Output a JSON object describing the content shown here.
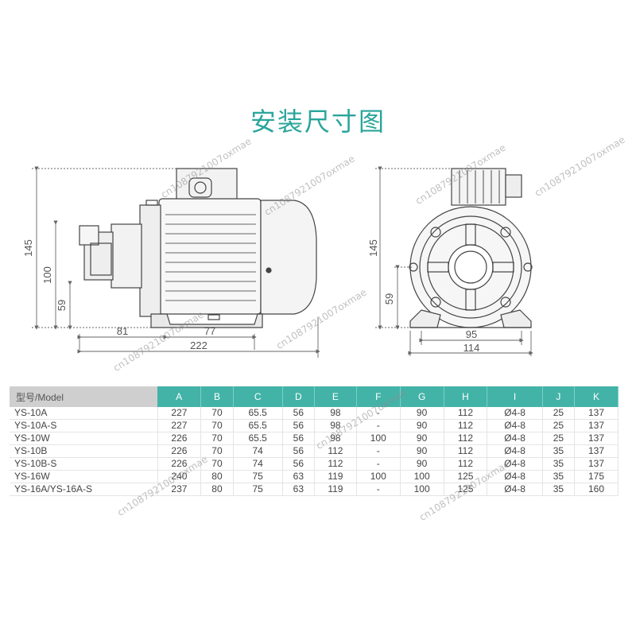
{
  "title": "安装尺寸图",
  "dimensions": {
    "side": {
      "h145": "145",
      "h100": "100",
      "h59": "59",
      "w81": "81",
      "w77": "77",
      "w222": "222"
    },
    "front": {
      "h145": "145",
      "h59": "59",
      "w95": "95",
      "w114": "114"
    }
  },
  "watermark": "cn1087921007oxmae",
  "table": {
    "header_model": "型号/Model",
    "columns": [
      "A",
      "B",
      "C",
      "D",
      "E",
      "F",
      "G",
      "H",
      "I",
      "J",
      "K"
    ],
    "rows": [
      [
        "YS-10A",
        "227",
        "70",
        "65.5",
        "56",
        "98",
        "-",
        "90",
        "112",
        "Ø4-8",
        "25",
        "137"
      ],
      [
        "YS-10A-S",
        "227",
        "70",
        "65.5",
        "56",
        "98",
        "-",
        "90",
        "112",
        "Ø4-8",
        "25",
        "137"
      ],
      [
        "YS-10W",
        "226",
        "70",
        "65.5",
        "56",
        "98",
        "100",
        "90",
        "112",
        "Ø4-8",
        "25",
        "137"
      ],
      [
        "YS-10B",
        "226",
        "70",
        "74",
        "56",
        "112",
        "-",
        "90",
        "112",
        "Ø4-8",
        "35",
        "137"
      ],
      [
        "YS-10B-S",
        "226",
        "70",
        "74",
        "56",
        "112",
        "-",
        "90",
        "112",
        "Ø4-8",
        "35",
        "137"
      ],
      [
        "YS-16W",
        "240",
        "80",
        "75",
        "63",
        "119",
        "100",
        "100",
        "125",
        "Ø4-8",
        "35",
        "175"
      ],
      [
        "YS-16A/YS-16A-S",
        "237",
        "80",
        "75",
        "63",
        "119",
        "-",
        "100",
        "125",
        "Ø4-8",
        "35",
        "160"
      ]
    ]
  },
  "colors": {
    "title": "#2aa59b",
    "header": "#43b3a8",
    "model_header": "#cfcfcf"
  }
}
